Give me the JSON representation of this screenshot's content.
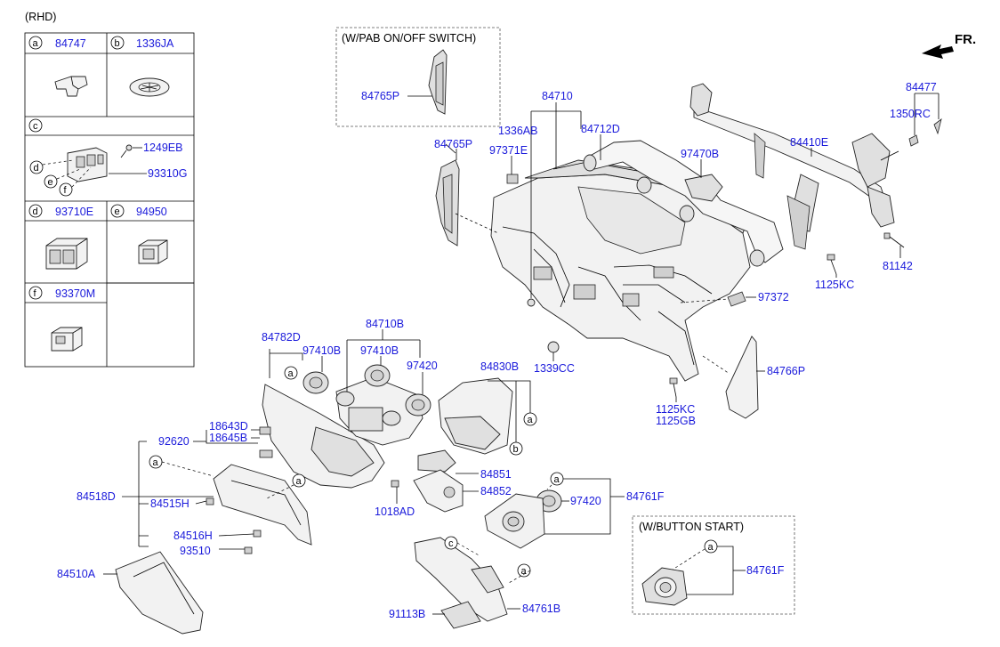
{
  "header": {
    "rhd_label": "(RHD)",
    "fr_label": "FR."
  },
  "legend": {
    "a": {
      "letter": "a",
      "part": "84747"
    },
    "b": {
      "letter": "b",
      "part": "1336JA"
    },
    "c": {
      "letter": "c",
      "part_screw": "1249EB",
      "part_panel": "93310G",
      "sub_d": "d",
      "sub_e": "e",
      "sub_f": "f"
    },
    "d": {
      "letter": "d",
      "part": "93710E"
    },
    "e": {
      "letter": "e",
      "part": "94950"
    },
    "f": {
      "letter": "f",
      "part": "93370M"
    }
  },
  "insets": {
    "pab": {
      "title": "(W/PAB ON/OFF SWITCH)",
      "part": "84765P"
    },
    "button_start": {
      "title": "(W/BUTTON START)",
      "part": "84761F",
      "callout": "a"
    }
  },
  "callouts": {
    "a": "a",
    "b": "b",
    "c": "c"
  },
  "parts": {
    "p84710": "84710",
    "p1336AB": "1336AB",
    "p84712D": "84712D",
    "p84765P": "84765P",
    "p97371E": "97371E",
    "p97470B": "97470B",
    "p84410E": "84410E",
    "p84477": "84477",
    "p1350RC": "1350RC",
    "p81142": "81142",
    "p1125KC_a": "1125KC",
    "p97372": "97372",
    "p1339CC": "1339CC",
    "p84766P": "84766P",
    "p1125KC_b": "1125KC",
    "p1125GB": "1125GB",
    "p84782D": "84782D",
    "p84710B": "84710B",
    "p97410B_a": "97410B",
    "p97410B_b": "97410B",
    "p97420_a": "97420",
    "p84830B": "84830B",
    "p18643D": "18643D",
    "p18645B": "18645B",
    "p92620": "92620",
    "p84518D": "84518D",
    "p84515H": "84515H",
    "p84516H": "84516H",
    "p93510": "93510",
    "p84510A": "84510A",
    "p84851": "84851",
    "p84852": "84852",
    "p1018AD": "1018AD",
    "p97420_b": "97420",
    "p84761F": "84761F",
    "p91113B": "91113B",
    "p84761B": "84761B"
  }
}
